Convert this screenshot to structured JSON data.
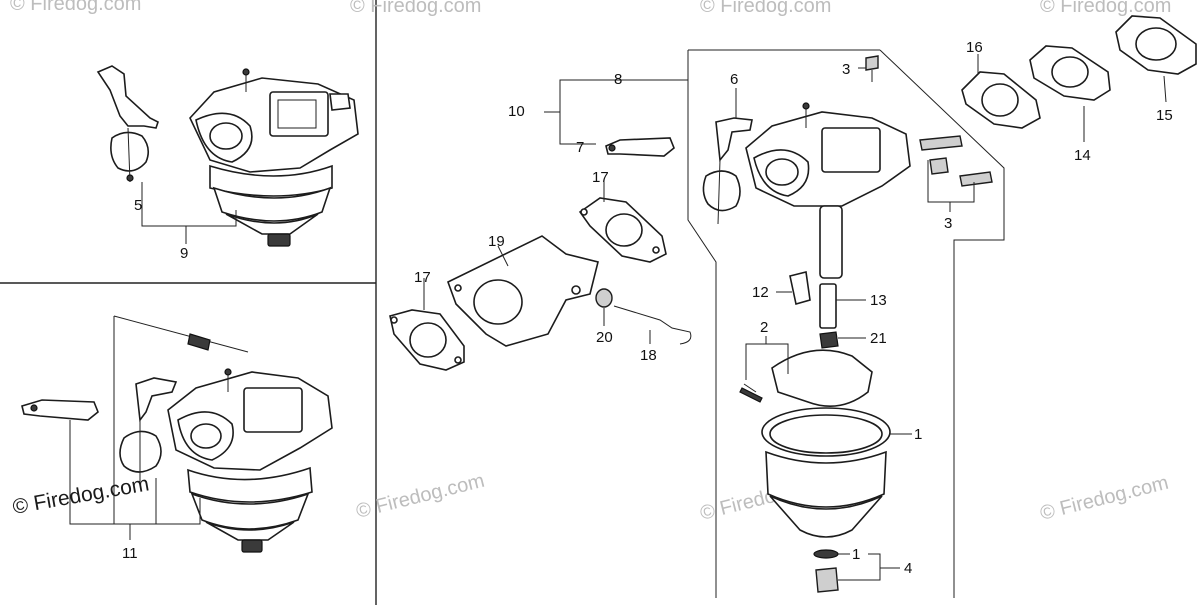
{
  "watermarks": {
    "main": "© Firedog.com",
    "faint": "© Firedog.com"
  },
  "callouts": {
    "p1": "1",
    "p2": "2",
    "p3": "3",
    "p4": "4",
    "p5": "5",
    "p6": "6",
    "p7": "7",
    "p8": "8",
    "p9": "9",
    "p10": "10",
    "p11": "11",
    "p12": "12",
    "p13": "13",
    "p14": "14",
    "p15": "15",
    "p16": "16",
    "p17": "17",
    "p18": "18",
    "p19": "19",
    "p20": "20",
    "p21": "21"
  }
}
